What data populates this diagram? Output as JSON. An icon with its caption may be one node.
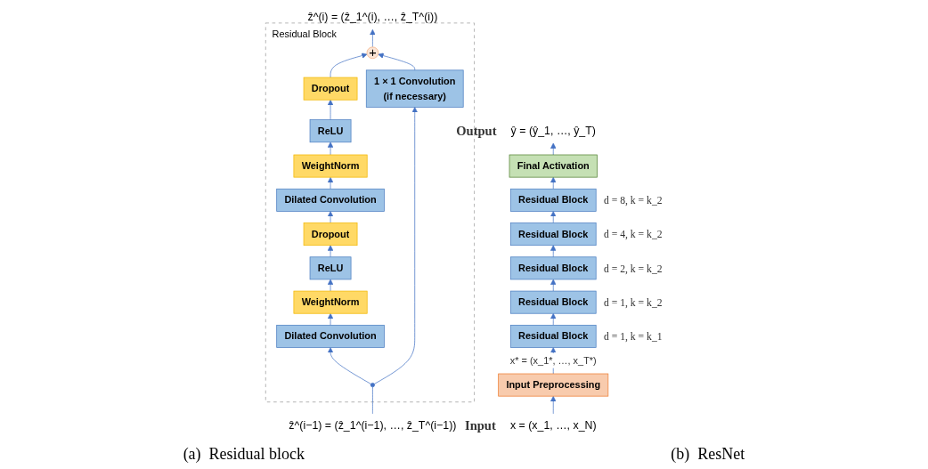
{
  "diagram": {
    "nodes": [
      {
        "text": [
          "ẑ^(i) = (ẑ_1^(i), …, ẑ_T^(i))"
        ]
      },
      {
        "text": [
          "Residual Block"
        ]
      },
      {
        "text": [
          "+"
        ],
        "in": 1
      },
      {
        "text": [
          "Dropout"
        ],
        "in": 1
      },
      {
        "text": [
          "ReLU"
        ],
        "in": 1
      },
      {
        "text": [
          "WeightNorm"
        ],
        "in": 1
      },
      {
        "text": [
          "Dilated Convolution"
        ],
        "in": 1
      },
      {
        "text": [
          "1 × 1 Convolution",
          "(if necessary)"
        ],
        "in": 1
      },
      {
        "text": [
          "Dropout"
        ],
        "in": 1
      },
      {
        "text": [
          "ReLU"
        ],
        "in": 1
      },
      {
        "text": [
          "WeightNorm"
        ],
        "in": 1
      },
      {
        "text": [
          "Dilated Convolution"
        ],
        "in": 1
      },
      {
        "text": [],
        "shape": "circle",
        "in": 1
      },
      {
        "text": [
          "ẑ^(i−1) = (ẑ_1^(i−1), …, ẑ_T^(i−1))"
        ]
      },
      {
        "text": [
          "ŷ = (ŷ_1, …, ŷ_T)"
        ],
        "beside": [
          "Output"
        ]
      },
      {
        "text": [
          "Final Activation"
        ]
      },
      {
        "text": [
          "Residual Block"
        ],
        "beside": [
          "d = 8,  k = k_2"
        ]
      },
      {
        "text": [
          "Residual Block"
        ],
        "beside": [
          "d = 4,  k = k_2"
        ]
      },
      {
        "text": [
          "Residual Block"
        ],
        "beside": [
          "d = 2,  k = k_2"
        ]
      },
      {
        "text": [
          "Residual Block"
        ],
        "beside": [
          "d = 1,  k = k_2"
        ]
      },
      {
        "text": [
          "Residual Block"
        ],
        "beside": [
          "d = 1,  k = k_1"
        ]
      },
      {
        "text": [
          "Input Preprocessing"
        ]
      },
      {
        "text": [
          "x = (x_1, …, x_N)"
        ],
        "beside": [
          "Input"
        ]
      }
    ],
    "edges": [
      {
        "from": 13,
        "to": 12,
        "arrow": "none"
      },
      {
        "from": 12,
        "to": 11,
        "arrow": "to"
      },
      {
        "from": 11,
        "to": 10,
        "arrow": "to"
      },
      {
        "from": 10,
        "to": 9,
        "arrow": "to"
      },
      {
        "from": 9,
        "to": 8,
        "arrow": "to"
      },
      {
        "from": 8,
        "to": 6,
        "arrow": "to"
      },
      {
        "from": 6,
        "to": 5,
        "arrow": "to"
      },
      {
        "from": 5,
        "to": 4,
        "arrow": "to"
      },
      {
        "from": 4,
        "to": 3,
        "arrow": "to"
      },
      {
        "from": 3,
        "to": 2,
        "arrow": "to"
      },
      {
        "from": 12,
        "to": 7,
        "arrow": "to"
      },
      {
        "from": 7,
        "to": 2,
        "arrow": "to"
      },
      {
        "from": 2,
        "to": 0,
        "arrow": "to"
      },
      {
        "from": 22,
        "to": 21,
        "arrow": "to"
      },
      {
        "from": 21,
        "to": 20,
        "arrow": "to",
        "label": "x* = (x_1*, …, x_T*)"
      },
      {
        "from": 20,
        "to": 19,
        "arrow": "to"
      },
      {
        "from": 19,
        "to": 18,
        "arrow": "to"
      },
      {
        "from": 18,
        "to": 17,
        "arrow": "to"
      },
      {
        "from": 17,
        "to": 16,
        "arrow": "to"
      },
      {
        "from": 16,
        "to": 15,
        "arrow": "to"
      },
      {
        "from": 15,
        "to": 14,
        "arrow": "to"
      }
    ],
    "labels": [
      "(a)  Residual block",
      "(b)  ResNet"
    ]
  }
}
